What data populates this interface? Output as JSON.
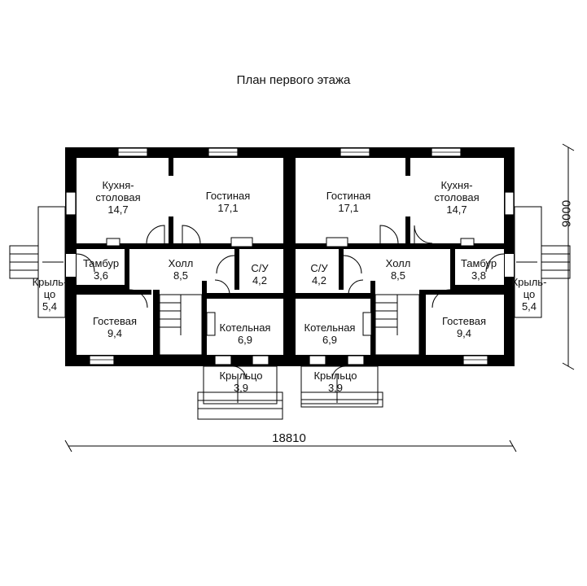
{
  "plan": {
    "title": "План первого этажа",
    "dimension_width": "18810",
    "dimension_height": "9000"
  },
  "rooms": [
    {
      "key": "kitchen_l",
      "name": "Кухня-\nстоловая",
      "area": "14,7"
    },
    {
      "key": "living_l",
      "name": "Гостиная",
      "area": "17,1"
    },
    {
      "key": "living_r",
      "name": "Гостиная",
      "area": "17,1"
    },
    {
      "key": "kitchen_r",
      "name": "Кухня-\nстоловая",
      "area": "14,7"
    },
    {
      "key": "tambur_l",
      "name": "Тамбур",
      "area": "3,6"
    },
    {
      "key": "hall_l",
      "name": "Холл",
      "area": "8,5"
    },
    {
      "key": "wc_l",
      "name": "С/У",
      "area": "4,2"
    },
    {
      "key": "wc_r",
      "name": "С/У",
      "area": "4,2"
    },
    {
      "key": "hall_r",
      "name": "Холл",
      "area": "8,5"
    },
    {
      "key": "tambur_r",
      "name": "Тамбур",
      "area": "3,8"
    },
    {
      "key": "porch_side_l",
      "name": "Крыль-\nцо",
      "area": "5,4"
    },
    {
      "key": "porch_side_r",
      "name": "Крыль-\nцо",
      "area": "5,4"
    },
    {
      "key": "guest_l",
      "name": "Гостевая",
      "area": "9,4"
    },
    {
      "key": "boiler_l",
      "name": "Котельная",
      "area": "6,9"
    },
    {
      "key": "boiler_r",
      "name": "Котельная",
      "area": "6,9"
    },
    {
      "key": "guest_r",
      "name": "Гостевая",
      "area": "9,4"
    },
    {
      "key": "porch_front_l",
      "name": "Крыльцо",
      "area": "3,9"
    },
    {
      "key": "porch_front_r",
      "name": "Крыльцо",
      "area": "3,9"
    }
  ],
  "colors": {
    "wall": "#000000",
    "line": "#111111",
    "background": "#ffffff"
  }
}
